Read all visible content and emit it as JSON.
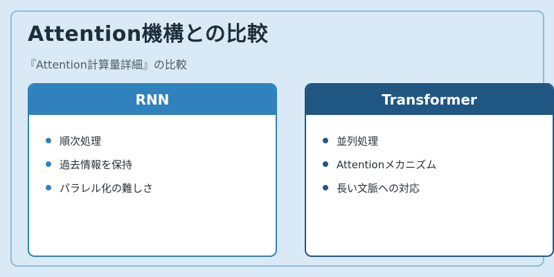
{
  "page": {
    "title": "Attention機構との比較",
    "subtitle": "『Attention計算量詳細』の比較"
  },
  "cards": [
    {
      "header": "RNN",
      "items": [
        "順次処理",
        "過去情報を保持",
        "パラレル化の難しさ"
      ]
    },
    {
      "header": "Transformer",
      "items": [
        "並列処理",
        "Attentionメカニズム",
        "長い文脈への対応"
      ]
    }
  ],
  "colors": {
    "background": "#d9e9f5",
    "rnn_accent": "#2f82bd",
    "transformer_accent": "#1f5782"
  }
}
